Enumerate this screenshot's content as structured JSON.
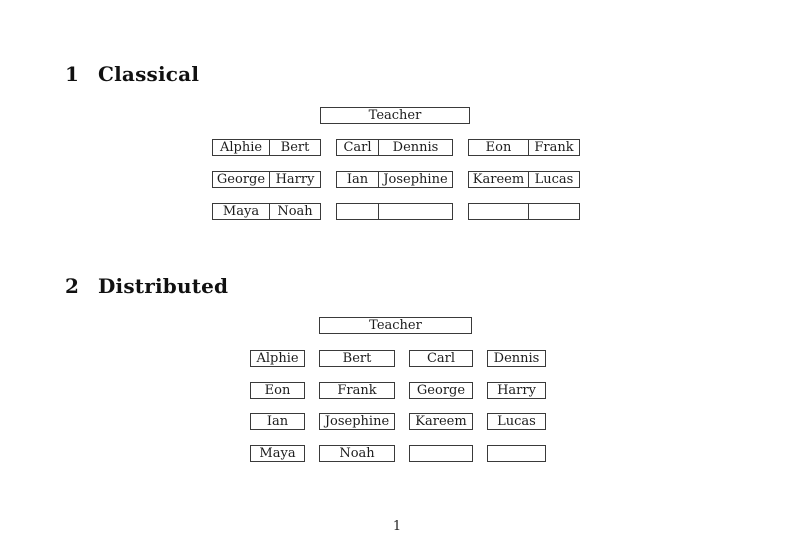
{
  "classical": {
    "heading_number": "1",
    "heading_title": "Classical",
    "teacher": "Teacher",
    "rows": [
      [
        [
          "Alphie",
          "Bert"
        ],
        [
          "Carl",
          "Dennis"
        ],
        [
          "Eon",
          "Frank"
        ]
      ],
      [
        [
          "George",
          "Harry"
        ],
        [
          "Ian",
          "Josephine"
        ],
        [
          "Kareem",
          "Lucas"
        ]
      ],
      [
        [
          "Maya",
          "Noah"
        ],
        [
          "",
          ""
        ],
        [
          "",
          ""
        ]
      ]
    ]
  },
  "distributed": {
    "heading_number": "2",
    "heading_title": "Distributed",
    "teacher": "Teacher",
    "rows": [
      [
        "Alphie",
        "Bert",
        "Carl",
        "Dennis"
      ],
      [
        "Eon",
        "Frank",
        "George",
        "Harry"
      ],
      [
        "Ian",
        "Josephine",
        "Kareem",
        "Lucas"
      ],
      [
        "Maya",
        "Noah",
        "",
        ""
      ]
    ]
  },
  "footer": {
    "page_number": "1"
  }
}
